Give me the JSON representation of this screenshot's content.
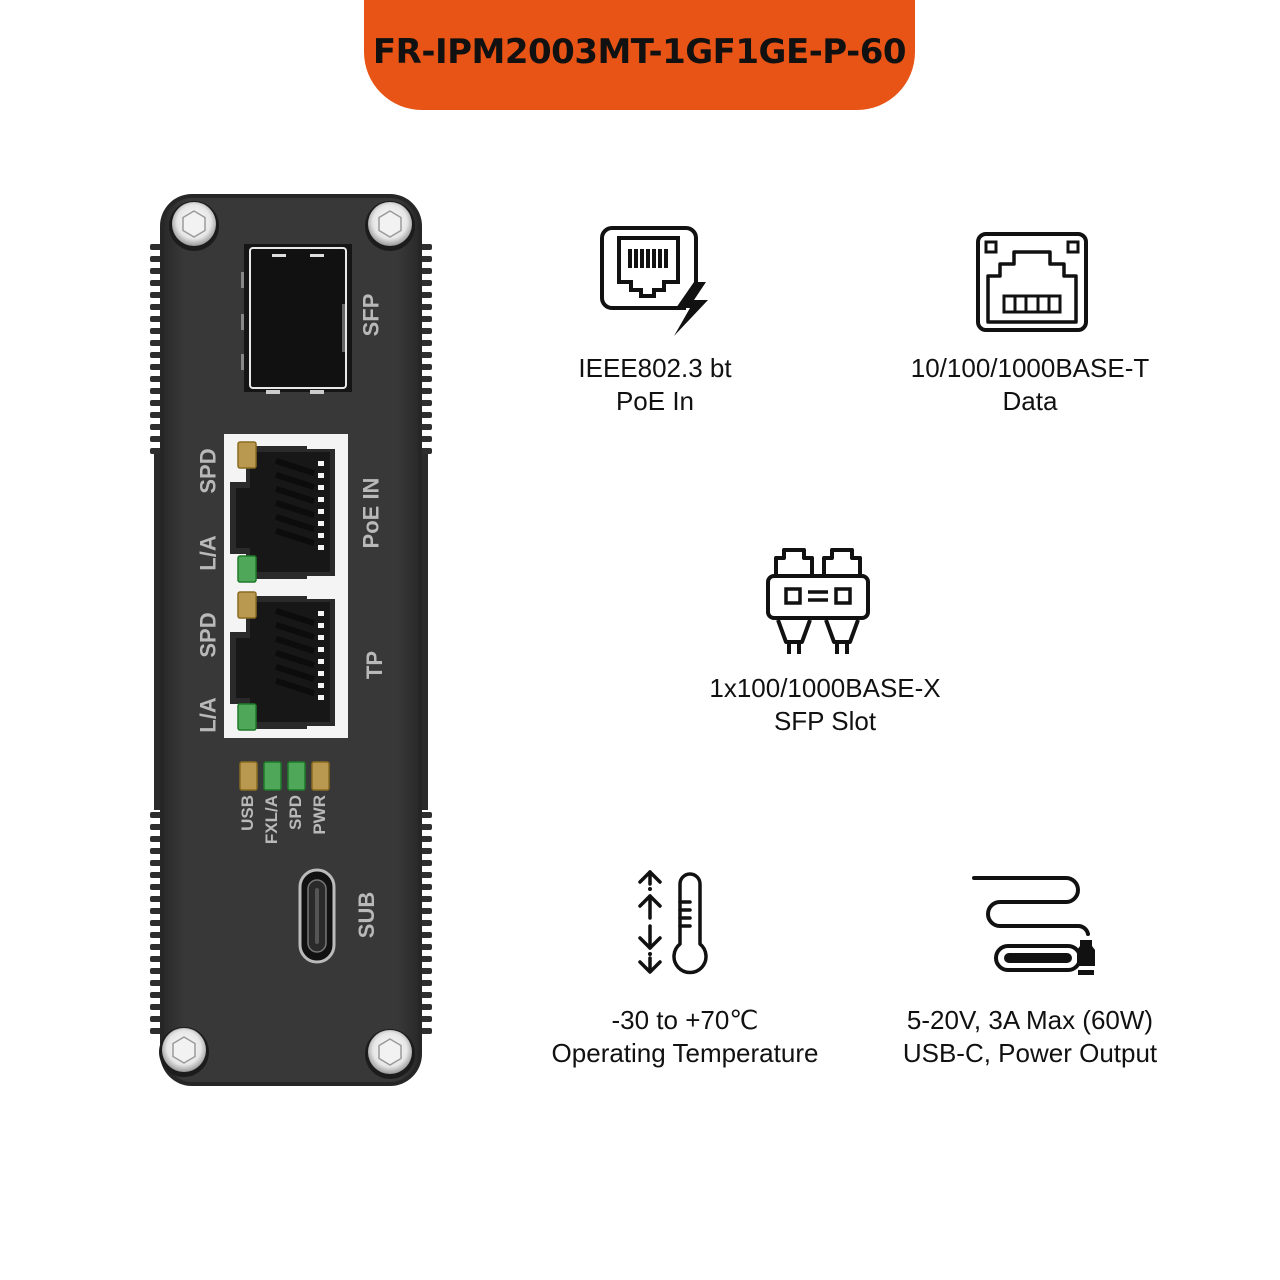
{
  "banner": {
    "title": "FR-IPM2003MT-1GF1GE-P-60",
    "color": "#e85415"
  },
  "device": {
    "body_color": "#333333",
    "port_labels": {
      "sfp": "SFP",
      "poe_in": "PoE IN",
      "tp": "TP"
    },
    "rj45_led_labels": {
      "port1_spd": "SPD",
      "port1_la": "L/A",
      "port2_spd": "SPD",
      "port2_la": "L/A"
    },
    "status_leds": [
      {
        "label": "USB",
        "color": "#b8994f"
      },
      {
        "label": "FXL/A",
        "color": "#4fa85a"
      },
      {
        "label": "SPD",
        "color": "#4fa85a"
      },
      {
        "label": "PWR",
        "color": "#b8994f"
      }
    ],
    "usb_port_label": "SUB",
    "led_colors": {
      "amber": "#b8994f",
      "green": "#4fa85a"
    }
  },
  "features": [
    {
      "icon": "poe-rj45-icon",
      "line1": "IEEE802.3 bt",
      "line2": "PoE In"
    },
    {
      "icon": "rj45-port-icon",
      "line1": "10/100/1000BASE-T",
      "line2": "Data"
    },
    {
      "icon": "sfp-module-icon",
      "line1": "1x100/1000BASE-X",
      "line2": "SFP Slot"
    },
    {
      "icon": "thermometer-icon",
      "line1": "-30 to +70℃",
      "line2": "Operating Temperature"
    },
    {
      "icon": "usb-c-cable-icon",
      "line1": "5-20V, 3A Max (60W)",
      "line2": "USB-C, Power Output"
    }
  ]
}
